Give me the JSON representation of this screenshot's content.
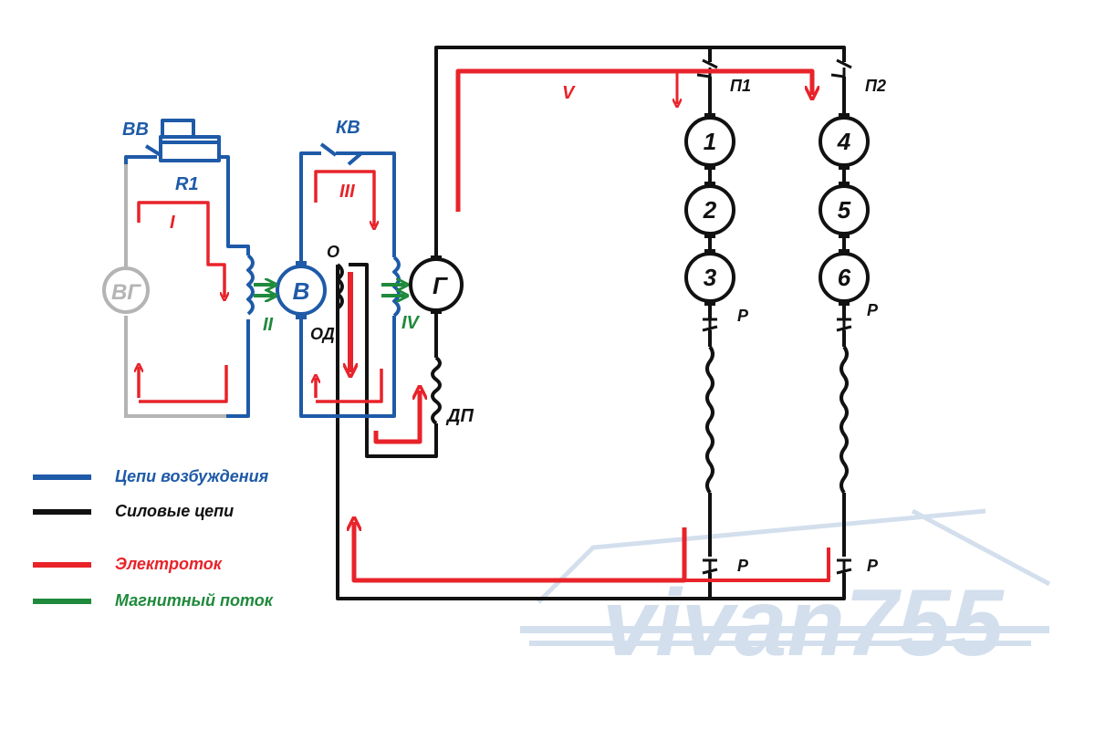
{
  "colors": {
    "excitation": "#1e5aa8",
    "power": "#111111",
    "current": "#e8232a",
    "flux": "#1f8a3c",
    "grey": "#b4b4b4",
    "watermark": "#cfdcec"
  },
  "labels": {
    "vv": "ВВ",
    "r1": "R1",
    "kv": "КВ",
    "vg": "ВГ",
    "v_machine": "В",
    "g_machine": "Г",
    "od": "ОД",
    "o": "О",
    "dp": "ДП",
    "p1": "П1",
    "p2": "П2",
    "roman_1": "I",
    "roman_2": "II",
    "roman_3": "III",
    "roman_4": "IV",
    "roman_5": "V",
    "motors": [
      "1",
      "2",
      "3",
      "4",
      "5",
      "6"
    ],
    "contact_p": "Р"
  },
  "legend": [
    {
      "text": "Цепи возбуждения",
      "color_key": "excitation"
    },
    {
      "text": "Силовые цепи",
      "color_key": "power"
    },
    {
      "text": "Электроток",
      "color_key": "current"
    },
    {
      "text": "Магнитный поток",
      "color_key": "flux"
    }
  ],
  "watermark": {
    "text": "vivan755"
  }
}
